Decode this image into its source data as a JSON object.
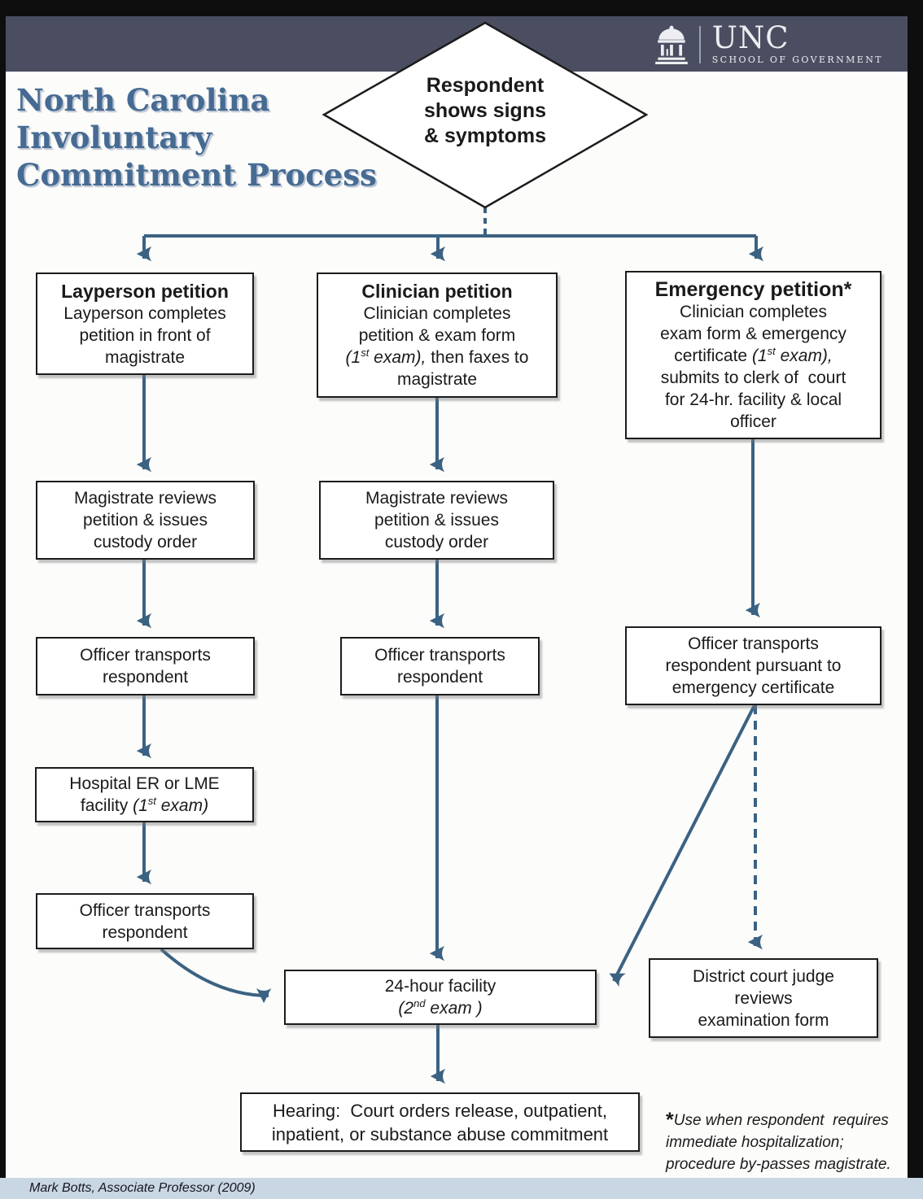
{
  "header": {
    "logo": {
      "brand": "UNC",
      "sub": "SCHOOL OF GOVERNMENT"
    }
  },
  "title": "North Carolina\nInvoluntary\nCommitment Process",
  "diamond": {
    "text": "Respondent\nshows signs\n& symptoms"
  },
  "boxes": {
    "layperson": {
      "title": "Layperson petition",
      "body": "Layperson completes\npetition in front of\nmagistrate"
    },
    "clinician": {
      "title": "Clinician petition",
      "body_1": "Clinician completes\npetition & exam form\n",
      "exam_pre": "(1",
      "exam_sup": "st",
      "exam_post": " exam),",
      "body_2": " then faxes to\nmagistrate"
    },
    "emergency": {
      "title": "Emergency petition*",
      "body_1": "Clinician completes\nexam form & emergency\ncertificate ",
      "exam_pre": "(1",
      "exam_sup": "st",
      "exam_post": " exam),",
      "body_2": "\nsubmits to clerk of  court\nfor 24-hr. facility & local\nofficer"
    },
    "magistrate_left": {
      "body": "Magistrate reviews\npetition & issues\ncustody order"
    },
    "magistrate_mid": {
      "body": "Magistrate reviews\npetition & issues\ncustody order"
    },
    "officer_left_1": {
      "body": "Officer transports\nrespondent"
    },
    "officer_mid": {
      "body": "Officer transports\nrespondent"
    },
    "officer_emergency": {
      "body": "Officer transports\nrespondent pursuant to\nemergency certificate"
    },
    "hospital": {
      "body_1": "Hospital ER or LME\nfacility ",
      "exam_pre": "(1",
      "exam_sup": "st",
      "exam_post": " exam)"
    },
    "officer_left_2": {
      "body": "Officer transports\nrespondent"
    },
    "facility_24hr": {
      "line1": "24-hour facility",
      "exam_pre": "(2",
      "exam_sup": "nd",
      "exam_post": " exam )"
    },
    "district_judge": {
      "body": "District court judge\nreviews\nexamination form"
    },
    "hearing": {
      "body": "Hearing:  Court orders release, outpatient,\ninpatient, or substance abuse commitment"
    }
  },
  "footnote": {
    "asterisk": "*",
    "text": "Use when respondent  requires\nimmediate hospitalization;\nprocedure by-passes magistrate."
  },
  "footer": {
    "credit": "Mark Botts, Associate Professor (2009)"
  },
  "colors": {
    "arrow": "#3b6282",
    "title_text": "#466b93",
    "header_bar": "#4a4e60",
    "footer_bar": "#c9d6e3"
  }
}
